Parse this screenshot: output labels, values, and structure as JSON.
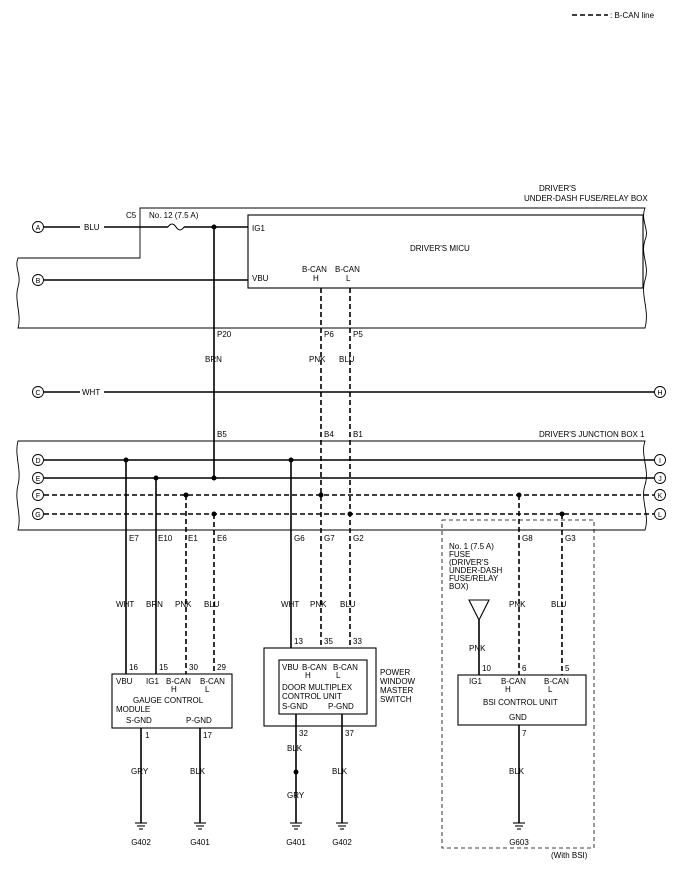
{
  "legend": {
    "text": ": B-CAN line"
  },
  "boxes": {
    "fuse_box": "DRIVER'S\nUNDER-DASH FUSE/RELAY BOX",
    "micu": "DRIVER'S MICU",
    "junction_box": "DRIVER'S JUNCTION BOX 1"
  },
  "fuse12": "No. 12 (7.5 A)",
  "micu_pins": {
    "ig1": "IG1",
    "vbu": "VBU",
    "bcan_h": "B-CAN\nH",
    "bcan_l": "B-CAN\nL"
  },
  "connectors": {
    "c5": "C5",
    "p20": "P20",
    "p6": "P6",
    "p5": "P5",
    "b5": "B5",
    "b4": "B4",
    "b1": "B1",
    "e7": "E7",
    "e10": "E10",
    "e1": "E1",
    "e6": "E6",
    "g6": "G6",
    "g7": "G7",
    "g2": "G2",
    "g8": "G8",
    "g3": "G3"
  },
  "terminals_left": [
    "A",
    "B",
    "C",
    "D",
    "E",
    "F",
    "G"
  ],
  "terminals_right": [
    "H",
    "I",
    "J",
    "K",
    "L"
  ],
  "wires": {
    "blu": "BLU",
    "brn": "BRN",
    "pnk": "PNK",
    "wht": "WHT",
    "gry": "GRY",
    "blk": "BLK"
  },
  "gauge": {
    "pin_nums": [
      "16",
      "15",
      "30",
      "29",
      "1",
      "17"
    ],
    "vbu": "VBU",
    "ig1": "IG1",
    "bcan_h": "B-CAN\nH",
    "bcan_l": "B-CAN\nL",
    "name": "GAUGE CONTROL\nMODULE",
    "sgnd": "S-GND",
    "pgnd": "P-GND",
    "grounds": [
      "G402",
      "G401"
    ]
  },
  "door": {
    "pin_nums": [
      "13",
      "35",
      "33",
      "32",
      "37"
    ],
    "vbu": "VBU",
    "bcan_h": "B-CAN\nH",
    "bcan_l": "B-CAN\nL",
    "name": "DOOR MULTIPLEX\nCONTROL UNIT",
    "sgnd": "S-GND",
    "pgnd": "P-GND",
    "switch_label": "POWER\nWINDOW\nMASTER\nSWITCH",
    "grounds": [
      "G401",
      "G402"
    ]
  },
  "bsi": {
    "fuse_label": "No. 1 (7.5 A)\nFUSE\n(DRIVER'S\nUNDER-DASH\nFUSE/RELAY\nBOX)",
    "pin_nums": [
      "10",
      "6",
      "5",
      "7"
    ],
    "ig1": "IG1",
    "bcan_h": "B-CAN\nH",
    "bcan_l": "B-CAN\nL",
    "name": "BSI CONTROL UNIT",
    "gnd": "GND",
    "ground": "G603",
    "note": "(With BSI)"
  }
}
